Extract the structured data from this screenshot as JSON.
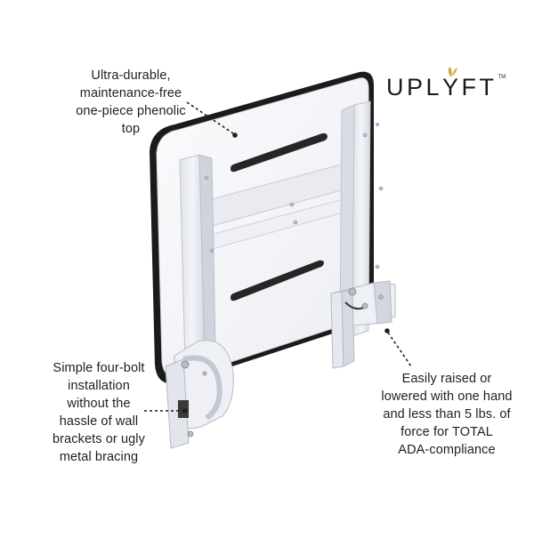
{
  "brand": {
    "prefix": "UPL",
    "y_letter": "Y",
    "suffix": "FT",
    "trademark": "TM",
    "accent_color": "#c9a63a"
  },
  "callouts": {
    "top": [
      "Ultra-durable,",
      "maintenance-free",
      "one-piece phenolic",
      "top"
    ],
    "left": [
      "Simple four-bolt",
      "installation",
      "without the",
      "hassle of wall",
      "brackets or ugly",
      "metal bracing"
    ],
    "right": [
      "Easily raised or",
      "lowered with one hand",
      "and less than 5 lbs. of",
      "force for TOTAL",
      "ADA-compliance"
    ]
  },
  "colors": {
    "seat_edge": "#1b1b1b",
    "seat_face": "#f4f5f8",
    "frame": "#e6e8ef",
    "slot": "#262626",
    "text": "#1f1f1f"
  }
}
